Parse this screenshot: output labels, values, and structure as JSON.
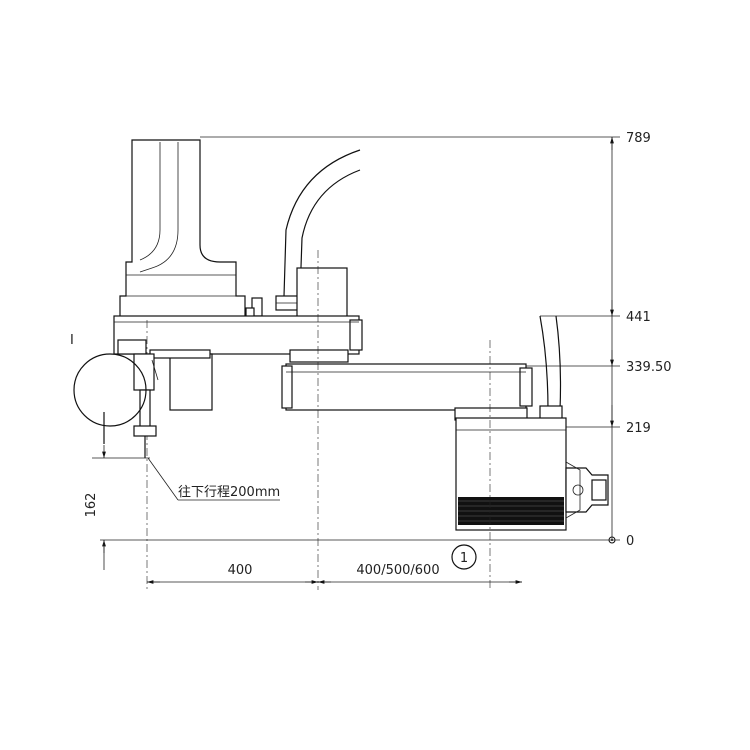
{
  "heights": {
    "h789": "789",
    "h441": "441",
    "h339": "339.50",
    "h219": "219",
    "h0": "0"
  },
  "dims": {
    "stroke": "162",
    "arm1": "400",
    "arm2": "400/500/600",
    "circle_num": "1"
  },
  "annotation": "往下行程200mm",
  "detail_label": "I"
}
